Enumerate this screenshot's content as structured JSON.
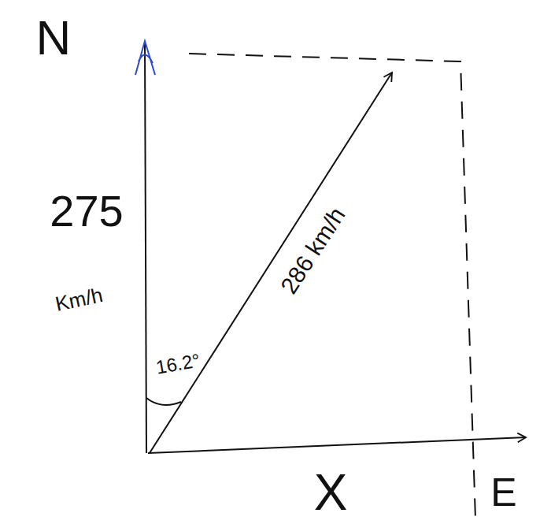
{
  "diagram": {
    "labels": [
      "N",
      "275",
      "Km/h",
      "16.2°",
      "286 km/h",
      "X",
      "E"
    ]
  }
}
